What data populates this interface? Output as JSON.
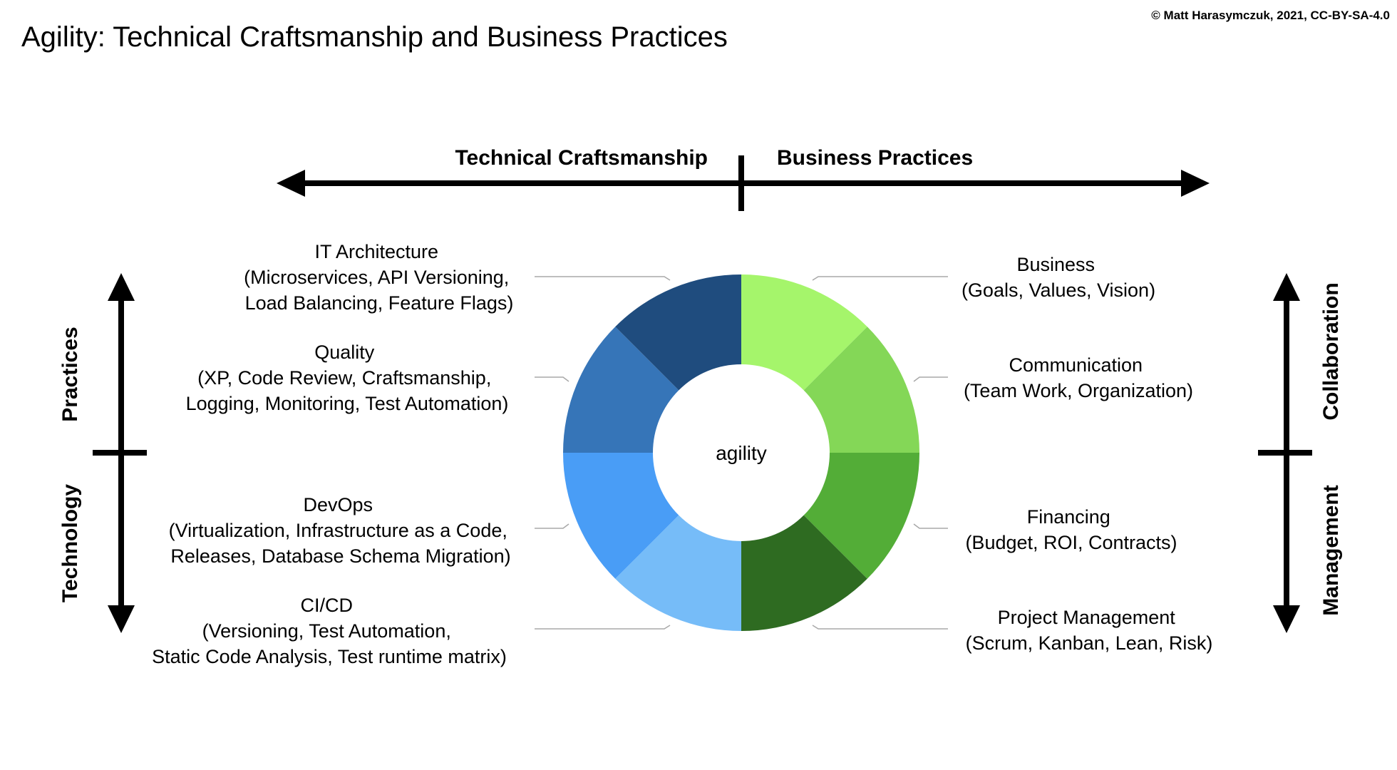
{
  "title": "Agility: Technical Craftsmanship and Business Practices",
  "copyright": "© Matt Harasymczuk, 2021, CC-BY-SA-4.0",
  "horizontal_axis": {
    "left_label": "Technical Craftsmanship",
    "right_label": "Business Practices"
  },
  "left_axis": {
    "top_label": "Practices",
    "bottom_label": "Technology"
  },
  "right_axis": {
    "top_label": "Collaboration",
    "bottom_label": "Management"
  },
  "center_label": "agility",
  "segments_left": [
    {
      "name": "IT Architecture",
      "detail_lines": [
        "(Microservices, API Versioning,",
        "Load Balancing, Feature Flags)"
      ],
      "color": "#1f4c7e"
    },
    {
      "name": "Quality",
      "detail_lines": [
        "(XP, Code Review, Craftsmanship,",
        "Logging, Monitoring, Test Automation)"
      ],
      "color": "#3675b8"
    },
    {
      "name": "DevOps",
      "detail_lines": [
        "(Virtualization, Infrastructure as a Code,",
        "Releases, Database Schema Migration)"
      ],
      "color": "#499df6"
    },
    {
      "name": "CI/CD",
      "detail_lines": [
        "(Versioning, Test Automation,",
        "Static Code Analysis, Test runtime matrix)"
      ],
      "color": "#76bcf8"
    }
  ],
  "segments_right": [
    {
      "name": "Business",
      "detail_lines": [
        "(Goals, Values, Vision)"
      ],
      "color": "#a5f56b"
    },
    {
      "name": "Communication",
      "detail_lines": [
        "(Team Work, Organization)"
      ],
      "color": "#84d757"
    },
    {
      "name": "Financing",
      "detail_lines": [
        "(Budget, ROI, Contracts)"
      ],
      "color": "#53ad37"
    },
    {
      "name": "Project Management",
      "detail_lines": [
        "(Scrum, Kanban, Lean, Risk)"
      ],
      "color": "#2e6b21"
    }
  ]
}
